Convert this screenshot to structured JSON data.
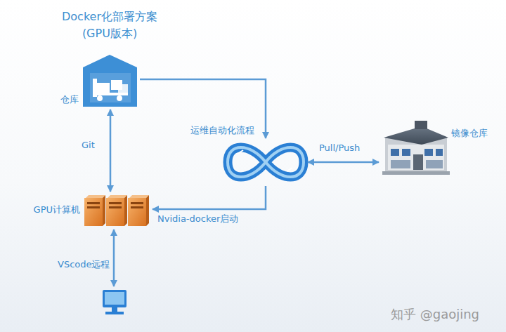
{
  "diagram": {
    "title": "Docker化部署方案 (GPU版本)",
    "nodes": [
      {
        "text": [
          "仓库"
        ]
      },
      {
        "text": [
          "运维自动化流程"
        ]
      },
      {
        "text": [
          "镜像仓库"
        ]
      },
      {
        "text": [
          "GPU计算机"
        ]
      },
      {
        "text": []
      }
    ],
    "edges": [
      {
        "from": 0,
        "to": 3,
        "label": "Git",
        "arrow": "both"
      },
      {
        "from": 0,
        "to": 1,
        "arrow": "to"
      },
      {
        "from": 1,
        "to": 2,
        "label": "Pull/Push",
        "arrow": "both"
      },
      {
        "from": 1,
        "to": 3,
        "label": "Nvidia-docker启动",
        "arrow": "to"
      },
      {
        "from": 3,
        "to": 4,
        "label": "VScode远程",
        "arrow": "both"
      }
    ],
    "labels": [
      "知乎 @gaojing"
    ]
  }
}
